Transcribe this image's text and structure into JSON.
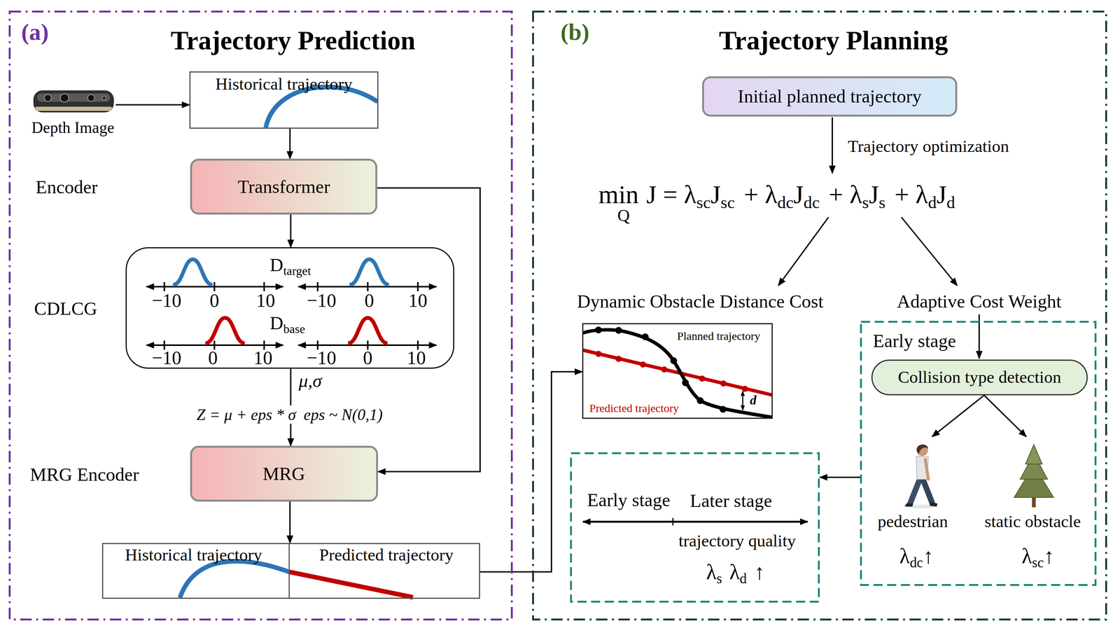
{
  "diagram": {
    "nodes": [
      {
        "text": [
          "(a)",
          "Trajectory Prediction"
        ]
      },
      {
        "text": [
          "Depth Image"
        ],
        "in": 0
      },
      {
        "text": [
          "Historical trajectory"
        ],
        "in": 0
      },
      {
        "text": [
          "Transformer"
        ],
        "in": 0
      },
      {
        "text": [
          "D",
          "target",
          "D",
          "base"
        ],
        "in": 0
      },
      {
        "text": [
          "MRG"
        ],
        "in": 0
      },
      {
        "text": [
          "Historical trajectory",
          "Predicted trajectory"
        ],
        "in": 0
      },
      {
        "text": [
          "(b)",
          "Trajectory Planning"
        ]
      },
      {
        "text": [
          "Initial planned trajectory"
        ],
        "in": 7
      },
      {
        "text": [
          "Dynamic Obstacle Distance Cost",
          "Planned trajectory",
          "Predicted trajectory",
          "d"
        ],
        "in": 7
      },
      {
        "text": [
          "Adaptive Cost Weight",
          "Early stage"
        ],
        "in": 7
      },
      {
        "text": [
          "Collision type detection"
        ],
        "in": 10
      },
      {
        "text": [
          "pedestrian"
        ],
        "in": 10
      },
      {
        "text": [
          "static obstacle"
        ],
        "in": 10
      },
      {
        "text": [
          "Early stage",
          "Later stage",
          "trajectory quality"
        ],
        "in": 7
      }
    ],
    "edges": [
      {
        "from": 1,
        "to": 2,
        "arrow": "to"
      },
      {
        "from": 2,
        "to": 3,
        "arrow": "to"
      },
      {
        "from": 3,
        "to": 4,
        "arrow": "to"
      },
      {
        "from": 4,
        "to": 5,
        "arrow": "to",
        "label": "μ,σ"
      },
      {
        "from": 3,
        "to": 5,
        "arrow": "to"
      },
      {
        "from": 5,
        "to": 6,
        "arrow": "to"
      },
      {
        "from": 6,
        "to": 9,
        "arrow": "to"
      },
      {
        "from": 11,
        "to": 12,
        "arrow": "to"
      },
      {
        "from": 11,
        "to": 13,
        "arrow": "to"
      },
      {
        "from": 10,
        "to": 14,
        "arrow": "to"
      }
    ],
    "labels": [
      "Encoder",
      "CDLCG",
      "MRG Encoder",
      "−10",
      "0",
      "10",
      "−10",
      "0",
      "10",
      "−10",
      "0",
      "10",
      "−10",
      "0",
      "10",
      "Z = μ + eps * σ",
      "eps ~ N(0,1)",
      "Trajectory optimization",
      "min",
      "Q",
      "J = λ",
      "sc",
      "J",
      "sc",
      "+ λ",
      "dc",
      "J",
      "dc",
      "+ λ",
      "s",
      "J",
      "s",
      "+ λ",
      "d",
      "J",
      "d",
      "λ",
      "dc",
      "↑",
      "λ",
      "sc",
      "↑",
      "λ",
      "s",
      "λ",
      "d",
      "↑"
    ]
  }
}
